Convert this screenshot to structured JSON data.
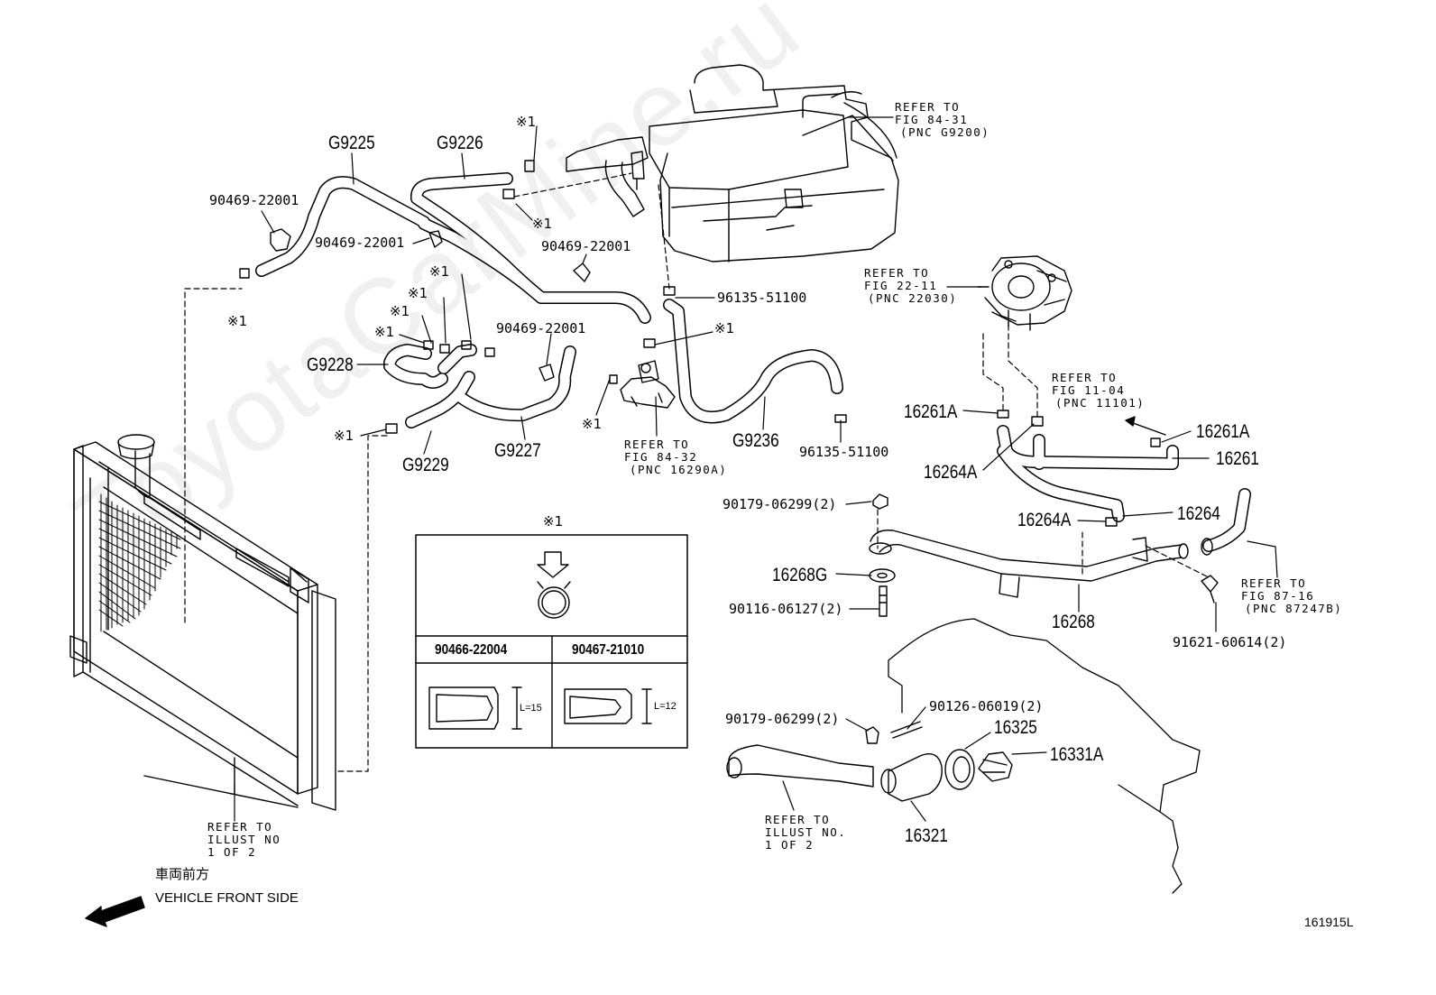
{
  "watermark": "ToyotaCarMine.ru",
  "clip_mark": "※1",
  "figure_code": "161915L",
  "front_side": {
    "jp": "車両前方",
    "en": "VEHICLE FRONT SIDE"
  },
  "legend": {
    "title": "※1",
    "cols": [
      "90466-22004",
      "90467-21010"
    ],
    "levels": [
      "L=15",
      "L=12"
    ]
  },
  "refs": {
    "tank": [
      "REFER TO",
      "FIG 84-31",
      "(PNC G9200)"
    ],
    "throttle": [
      "REFER TO",
      "FIG 22-11",
      "(PNC 22030)"
    ],
    "valve": [
      "REFER TO",
      "FIG 84-32",
      "(PNC 16290A)"
    ],
    "fig1104": [
      "REFER TO",
      "FIG 11-04",
      "(PNC 11101)"
    ],
    "fig8716": [
      "REFER TO",
      "FIG 87-16",
      "(PNC 87247B)"
    ],
    "illust1": [
      "REFER TO",
      "ILLUST NO",
      "1 OF 2"
    ],
    "illust2": [
      "REFER TO",
      "ILLUST NO.",
      "1 OF 2"
    ]
  },
  "parts": {
    "g9225": "G9225",
    "g9226": "G9226",
    "g9227": "G9227",
    "g9228": "G9228",
    "g9229": "G9229",
    "g9236": "G9236",
    "clip1": "90469-22001",
    "clip2": "90469-22001",
    "clip3": "90469-22001",
    "clip4": "90469-22001",
    "clip96a": "96135-51100",
    "clip96b": "96135-51100",
    "p16261a_1": "16261A",
    "p16261a_2": "16261A",
    "p16261": "16261",
    "p16264a_1": "16264A",
    "p16264a_2": "16264A",
    "p16264": "16264",
    "nut1": "90179-06299(2)",
    "p16268g": "16268G",
    "stud1": "90116-06127(2)",
    "p16268": "16268",
    "bolt": "91621-60614(2)",
    "nut2": "90179-06299(2)",
    "stud2": "90126-06019(2)",
    "p16325": "16325",
    "p16331a": "16331A",
    "p16321": "16321"
  }
}
